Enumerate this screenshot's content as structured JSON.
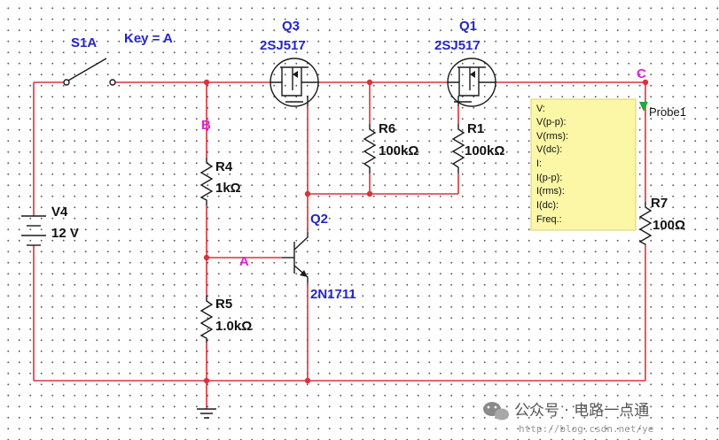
{
  "switch": {
    "name": "S1A",
    "key_label": "Key = A"
  },
  "q3": {
    "name": "Q3",
    "model": "2SJ517"
  },
  "q1": {
    "name": "Q1",
    "model": "2SJ517"
  },
  "q2": {
    "name": "Q2",
    "model": "2N1711"
  },
  "battery": {
    "name": "V4",
    "value": "12 V"
  },
  "r4": {
    "name": "R4",
    "value": "1kΩ"
  },
  "r5": {
    "name": "R5",
    "value": "1.0kΩ"
  },
  "r6": {
    "name": "R6",
    "value": "100kΩ"
  },
  "r1": {
    "name": "R1",
    "value": "100kΩ"
  },
  "r7": {
    "name": "R7",
    "value": "100Ω"
  },
  "nodes": {
    "a": "A",
    "b": "B",
    "c": "C"
  },
  "probe": {
    "name": "Probe1",
    "lines": [
      "V:",
      "V(p-p):",
      "V(rms):",
      "V(dc):",
      "I:",
      "I(p-p):",
      "I(rms):",
      "I(dc):",
      "Freq.:"
    ]
  },
  "colors": {
    "wire": "#d8343a",
    "label": "#2525c8",
    "node_label": "#e020d8",
    "probe_bg": "#fbf7a6",
    "probe_arrow": "#22aa33"
  },
  "watermark": {
    "text": "公众号 · 电路一点通",
    "url": "http://blog.csdn.net/ye"
  }
}
